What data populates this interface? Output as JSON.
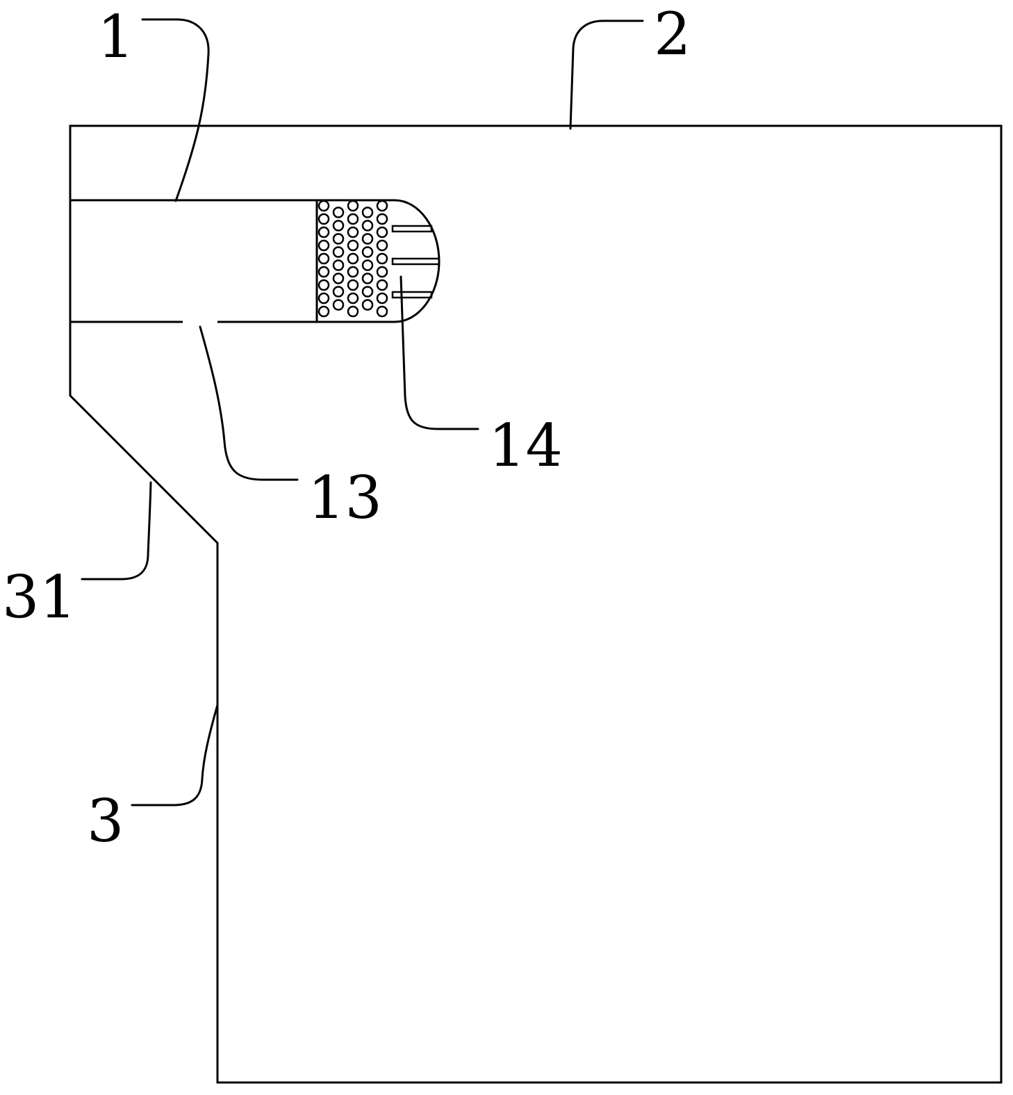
{
  "diagram": {
    "stroke_color": "#000000",
    "background_color": "#ffffff",
    "reference_labels": {
      "housing_top": "2",
      "tube": "1",
      "tube_lower_wall": "13",
      "filter_head": "14",
      "chamfer": "31",
      "housing_lower": "3"
    }
  }
}
